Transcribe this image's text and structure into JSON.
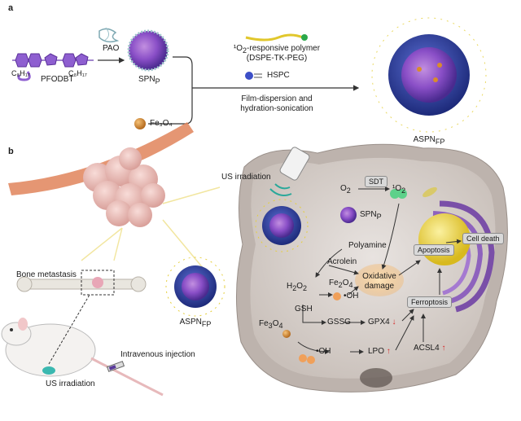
{
  "panel_a": {
    "letter": "a",
    "pfodbt": "PFODBT",
    "pao": "PAO",
    "spn_p_base": "SPN",
    "spn_p_sub": "P",
    "fe3o4": "Fe₃O₄",
    "polymer_line1_pre": "¹O",
    "polymer_line1_sub": "2",
    "polymer_line1_post": "-responsive polymer",
    "polymer_line2": "(DSPE-TK-PEG)",
    "hspc": "HSPC",
    "process_line1": "Film-dispersion and",
    "process_line2": "hydration-sonication",
    "aspn_base": "ASPN",
    "aspn_sub": "FP",
    "pfodbt_side_labels": [
      "C₈H₁₇",
      "C₈H₁₇"
    ]
  },
  "panel_b": {
    "letter": "b",
    "us_irradiation_top": "US irradiation",
    "bone_metastasis": "Bone metastasis",
    "aspn_base": "ASPN",
    "aspn_sub": "FP",
    "intravenous": "Intravenous injection",
    "us_irradiation_bottom": "US irradiation",
    "o2_pre": "O",
    "o2_sub": "2",
    "sdt": "SDT",
    "singlet_o2_pre": "¹O",
    "singlet_o2_sub": "2",
    "spn_p_base": "SPN",
    "spn_p_sub": "P",
    "polyamine": "Polyamine",
    "acrolein": "Acrolein",
    "apoptosis": "Apoptosis",
    "cell_death": "Cell death",
    "h2o2_pre": "H",
    "h2o2_sub1": "2",
    "h2o2_mid": "O",
    "h2o2_sub2": "2",
    "fe2o4_pre": "Fe",
    "fe2o4_sub1": "2",
    "fe2o4_mid": "O",
    "fe2o4_sub2": "4",
    "oh1": "•OH",
    "oxidative_line1": "Oxidative",
    "oxidative_line2": "damage",
    "gsh": "GSH",
    "gssg": "GSSG",
    "gpx4": "GPX4",
    "gpx4_arrow": "↓",
    "ferroptosis": "Ferroptosis",
    "fe3o4_pre": "Fe",
    "fe3o4_sub1": "3",
    "fe3o4_mid": "O",
    "fe3o4_sub2": "4",
    "oh2": "•OH",
    "lpo": "LPO",
    "lpo_arrow": "↑",
    "acsl4": "ACSL4",
    "acsl4_arrow": "↑"
  },
  "colors": {
    "cell_body": "#bdb3ad",
    "cell_cyto": "#d9d2cd",
    "tumor": "#eac0bc",
    "nucleus": "#f1dc40",
    "golgi": "#7a4fa8",
    "particle_core": "#2d3e9b",
    "peg_chain": "#e5cf3c",
    "oxidative": "#f6c98a",
    "vessel": "#e1845b"
  }
}
